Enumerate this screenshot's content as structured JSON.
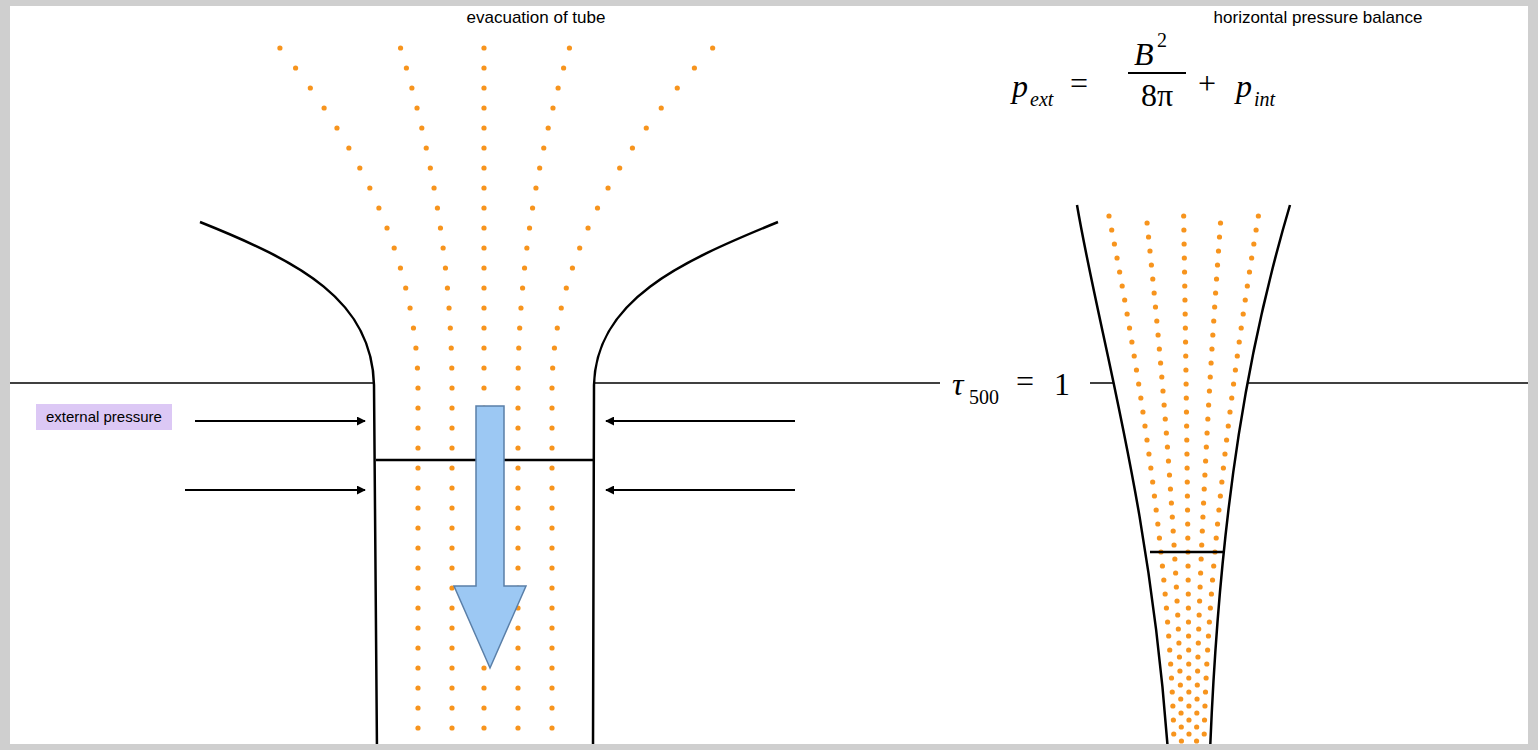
{
  "diagram": {
    "nodes": [
      {
        "text": [
          "external pressure"
        ]
      }
    ],
    "labels": [
      "evacuation of tube",
      "horizontal pressure balance",
      "p",
      "ext",
      "=",
      "B",
      "2",
      "8π",
      "+",
      "p",
      "int",
      "τ",
      "500",
      "=",
      "1"
    ]
  }
}
